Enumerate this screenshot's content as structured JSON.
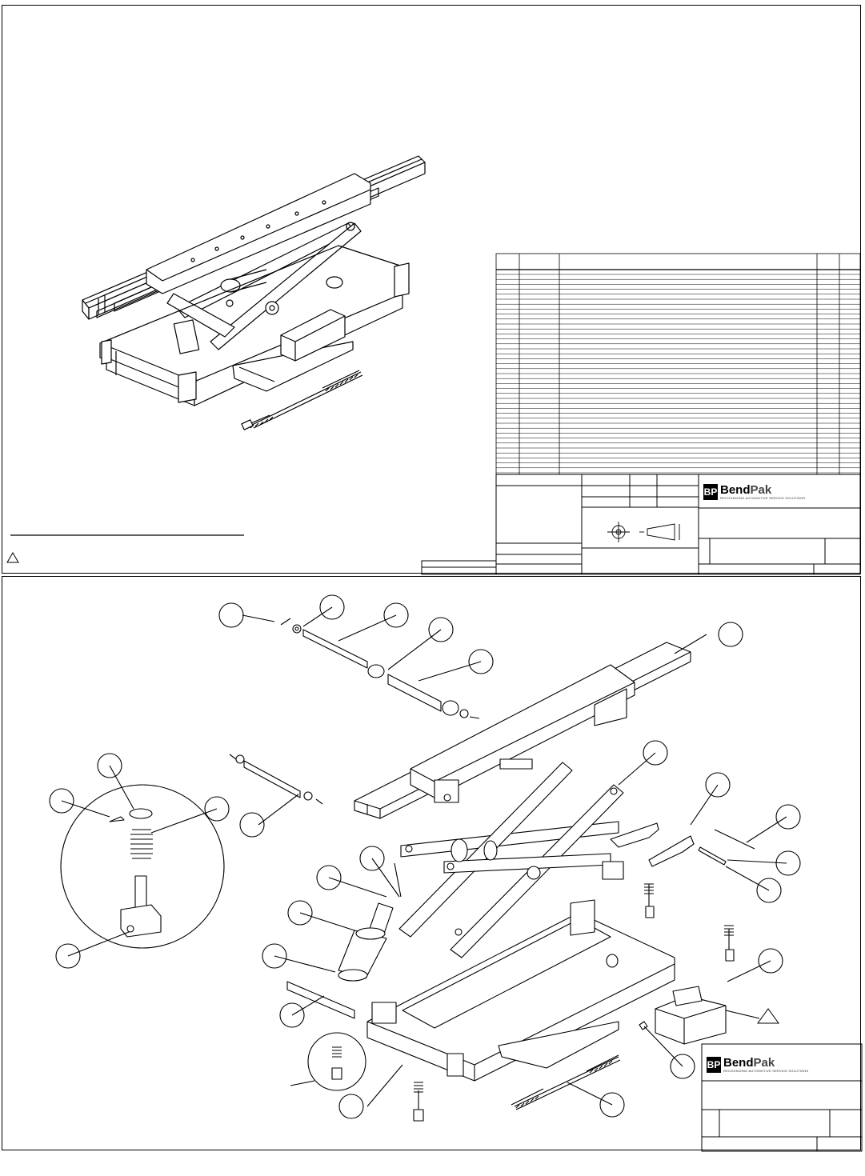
{
  "brand": {
    "logo_mark": "BP",
    "name_bold": "Bend",
    "name_light": "Pak",
    "tagline": "RECOGNIZING AUTOMOTIVE SERVICE SOLUTIONS"
  },
  "revision_marker": {
    "symbol": "triangle"
  }
}
